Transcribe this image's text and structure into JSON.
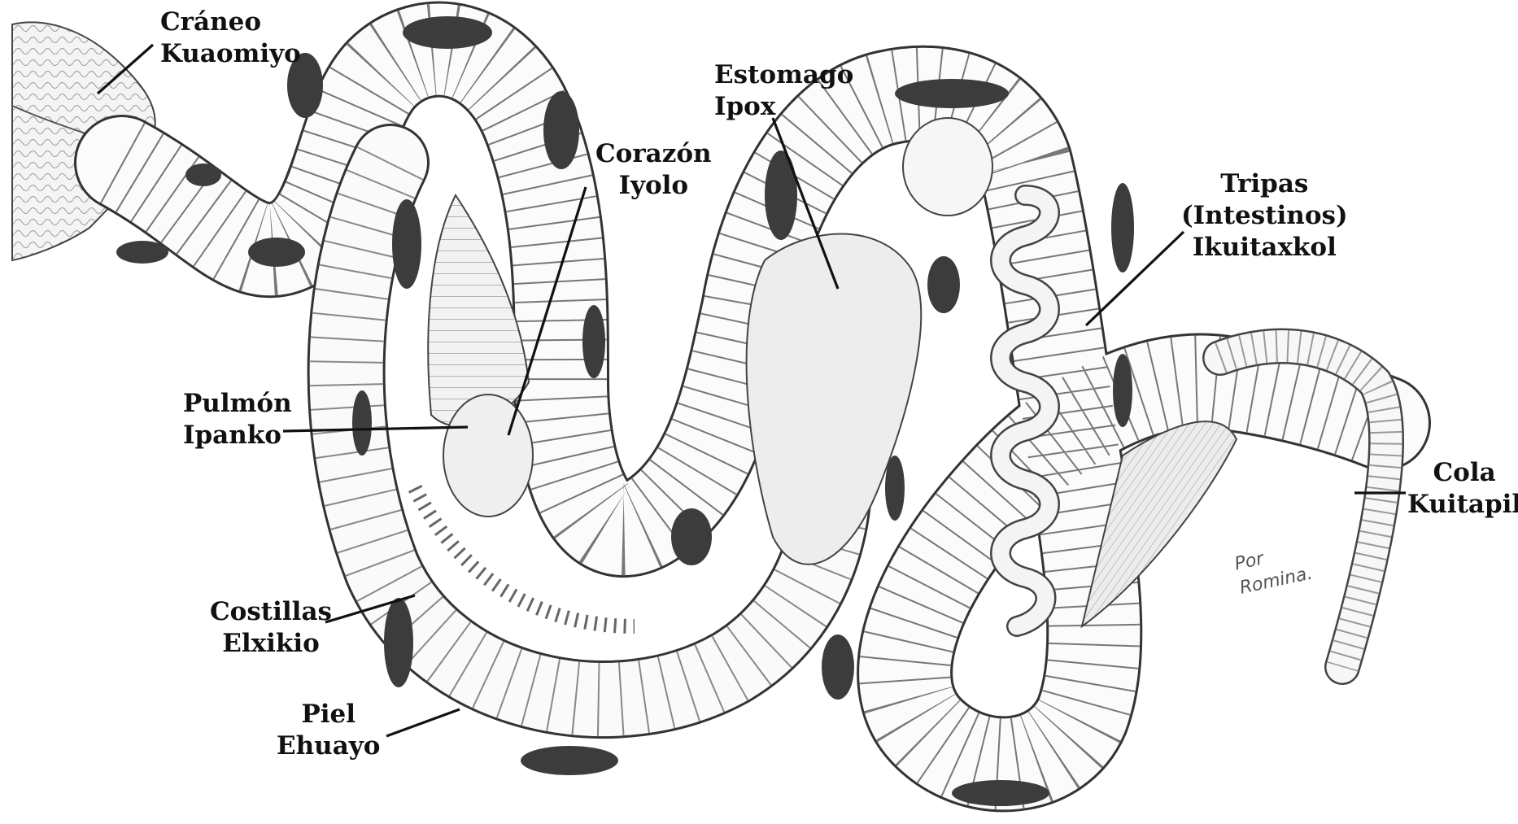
{
  "labels": {
    "craneo": {
      "es": "Cráneo",
      "nahuatl": "Kuaomiyo"
    },
    "corazon": {
      "es": "Corazón",
      "nahuatl": "Iyolo"
    },
    "estomago": {
      "es": "Estomago",
      "nahuatl": "Ipox"
    },
    "tripas": {
      "es": "Tripas",
      "extra": "(Intestinos)",
      "nahuatl": "Ikuitaxkol"
    },
    "pulmon": {
      "es": "Pulmón",
      "nahuatl": "Ipanko"
    },
    "costillas": {
      "es": "Costillas",
      "nahuatl": "Elxikio"
    },
    "piel": {
      "es": "Piel",
      "nahuatl": "Ehuayo"
    },
    "cola": {
      "es": "Cola",
      "nahuatl": "Kuitapil"
    }
  },
  "signature": {
    "line1": "Por",
    "line2": "Romina."
  },
  "colors": {
    "ink": "#1a1a1a",
    "spot": "#3a3a3a",
    "shade": "#dcdcdc",
    "paper": "#ffffff"
  }
}
